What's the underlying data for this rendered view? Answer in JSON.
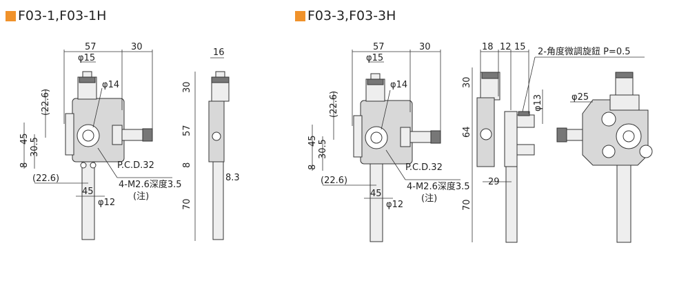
{
  "sections": [
    {
      "title": "F03-1,F03-1H"
    },
    {
      "title": "F03-3,F03-3H"
    }
  ],
  "left": {
    "front": {
      "w57": "57",
      "w30": "30",
      "phi15": "φ15",
      "phi14": "φ14",
      "d22_6v": "(22.6)",
      "d45v": "45",
      "d30_5": "30.5",
      "d8": "8",
      "d22_6h": "(22.6)",
      "d45h": "45",
      "phi12": "φ12",
      "pcd": "P.C.D.32",
      "tap": "4-M2.6深度3.5",
      "note": "(注)"
    },
    "side": {
      "w16": "16",
      "h30": "30",
      "h57": "57",
      "h8": "8",
      "d8_3": "8.3",
      "h70": "70"
    }
  },
  "right": {
    "front": {
      "w57": "57",
      "w30": "30",
      "phi15": "φ15",
      "phi14": "φ14",
      "d22_6v": "(22.6)",
      "d45v": "45",
      "d30_5": "30.5",
      "d8": "8",
      "d22_6h": "(22.6)",
      "d45h": "45",
      "phi12": "φ12",
      "pcd": "P.C.D.32",
      "tap": "4-M2.6深度3.5",
      "note": "(注)"
    },
    "side": {
      "w18": "18",
      "w12": "12",
      "w15": "15",
      "knob": "2-角度微調旋鈕 P=0.5",
      "phi13": "φ13",
      "h30": "30",
      "h64": "64",
      "d29": "29",
      "h70": "70"
    },
    "iso": {
      "phi25": "φ25"
    }
  }
}
